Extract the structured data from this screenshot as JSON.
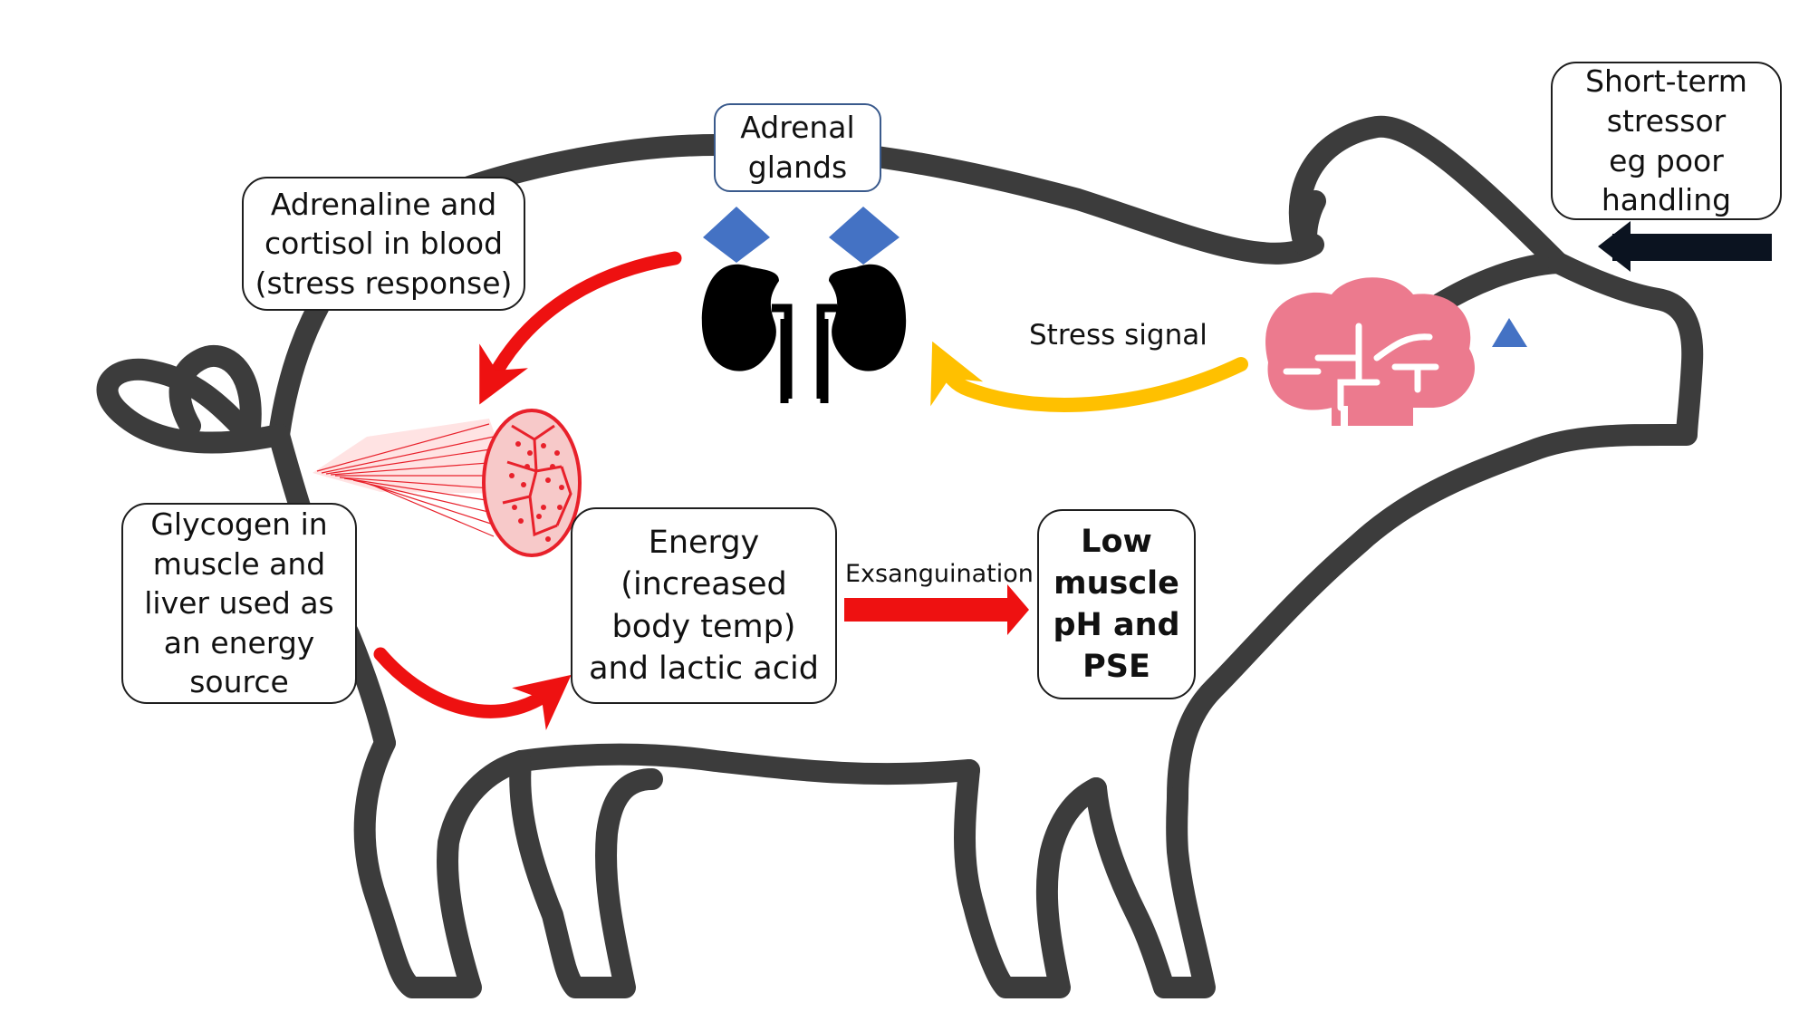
{
  "boxes": {
    "adrenal_glands": [
      "Adrenal",
      "glands"
    ],
    "adrenaline_cortisol": [
      "Adrenaline and",
      "cortisol in blood",
      "(stress response)"
    ],
    "short_term_stressor": [
      "Short-term",
      "stressor",
      "eg poor",
      "handling"
    ],
    "glycogen": [
      "Glycogen in",
      "muscle and",
      "liver used as",
      "an energy",
      "source"
    ],
    "energy": [
      "Energy",
      "(increased",
      "body temp)",
      "and lactic acid"
    ],
    "low_muscle_ph": [
      "Low",
      "muscle",
      "pH and",
      "PSE"
    ]
  },
  "labels": {
    "stress_signal": "Stress signal",
    "exsanguination": "Exsanguination"
  },
  "icons": [
    "pig-outline-icon",
    "brain-icon",
    "kidneys-icon",
    "adrenal-gland-icon",
    "muscle-fibre-icon",
    "triangle-icon"
  ],
  "colors": {
    "outline": "#3c3c3c",
    "red_arrow": "#ee1111",
    "yellow_arrow": "#ffc000",
    "stressor_arrow": "#0b1320",
    "adrenal": "#4472c4",
    "brain": "#ec7a8e",
    "muscle": "#e8212b",
    "kidney": "#000000"
  }
}
